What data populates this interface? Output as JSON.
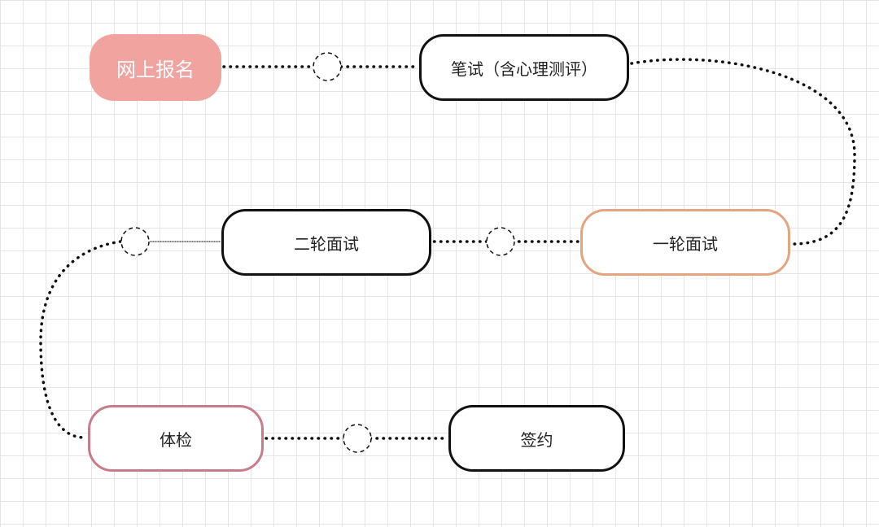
{
  "diagram": {
    "colors": {
      "start_fill": "#f0a39f",
      "round1_border": "#e3a47f",
      "physical_border": "#c87b8a",
      "default_border": "#111111",
      "connector": "#111111",
      "grid": "#e6e6e6"
    },
    "nodes": {
      "register": "网上报名",
      "written": "笔试（含心理测评）",
      "round1": "一轮面试",
      "round2": "二轮面试",
      "physical": "体检",
      "sign": "签约"
    },
    "flow": [
      "网上报名",
      "笔试（含心理测评）",
      "一轮面试",
      "二轮面试",
      "体检",
      "签约"
    ]
  }
}
